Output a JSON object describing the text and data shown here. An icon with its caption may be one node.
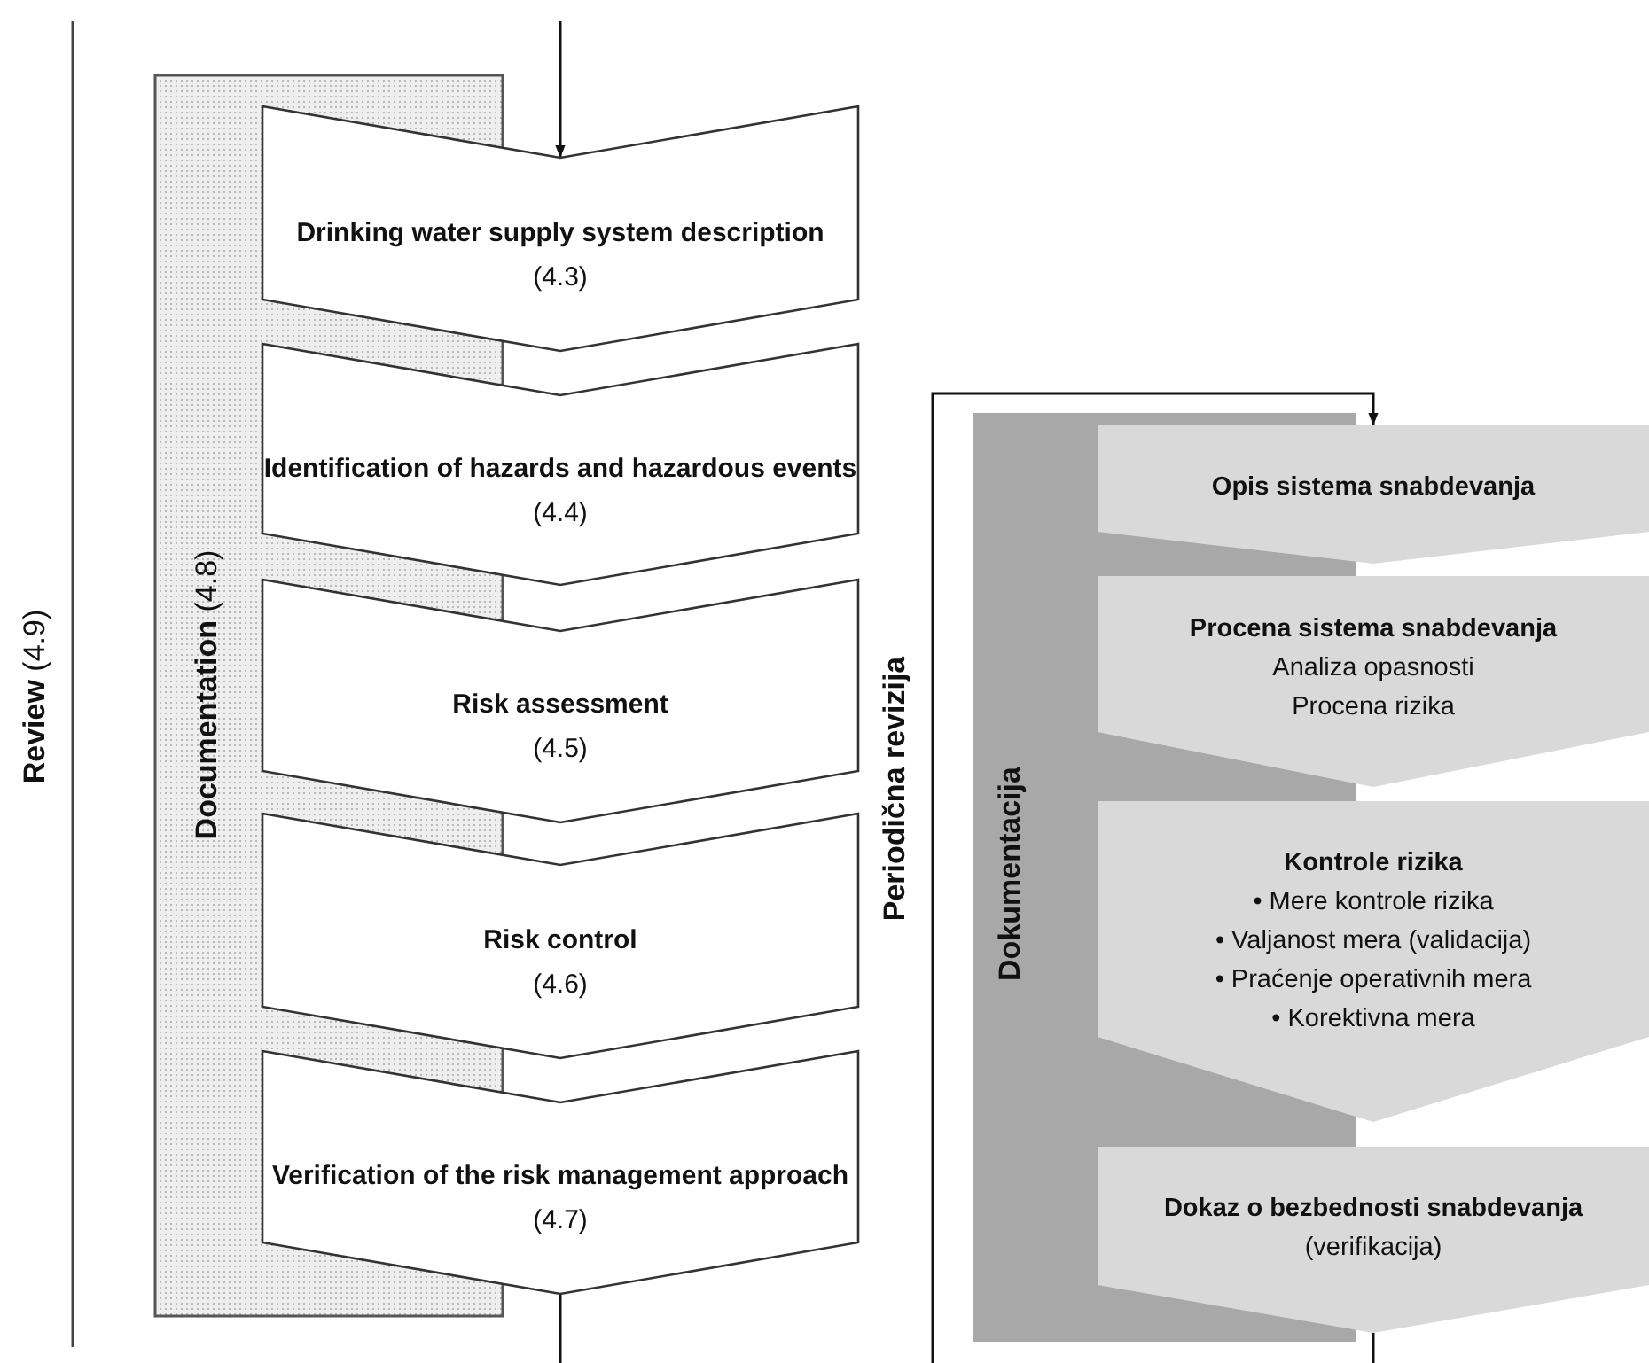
{
  "diagram": {
    "nodes": [
      {
        "text": [
          "**Documentation** (4.8)"
        ]
      },
      {
        "text": [
          "Drinking water supply system description",
          "(4.3)"
        ]
      },
      {
        "text": [
          "Identification of hazards and hazardous events",
          "(4.4)"
        ]
      },
      {
        "text": [
          "Risk assessment",
          "(4.5)"
        ]
      },
      {
        "text": [
          "Risk control",
          "(4.6)"
        ]
      },
      {
        "text": [
          "**Verification of the risk** management approach",
          "(4.7)"
        ]
      },
      {
        "text": [
          "Dokumentacija"
        ]
      },
      {
        "text": [
          "Opis sistema snabdevanja"
        ]
      },
      {
        "text": [
          "Procena sistema snabdevanja",
          "Analiza opasnosti",
          "Procena rizika"
        ]
      },
      {
        "text": [
          "Kontrole rizika",
          "• Mere kontrole rizika",
          "• Valjanost mera (validacija)",
          "• Praćenje operativnih mera",
          "• Korektivna mera"
        ]
      },
      {
        "text": [
          "Dokaz o bezbednosti snabdevanja",
          "(verifikacija)"
        ]
      }
    ],
    "edges": [
      {
        "from": null,
        "to": 1,
        "arrow": "to"
      },
      {
        "from": 5,
        "to": null,
        "arrow": "none"
      },
      {
        "from": null,
        "to": 7,
        "arrow": "to"
      },
      {
        "from": 10,
        "to": null,
        "arrow": "none"
      }
    ],
    "labels": [
      "**Review** (4.9)",
      "Periodična revizija"
    ]
  }
}
